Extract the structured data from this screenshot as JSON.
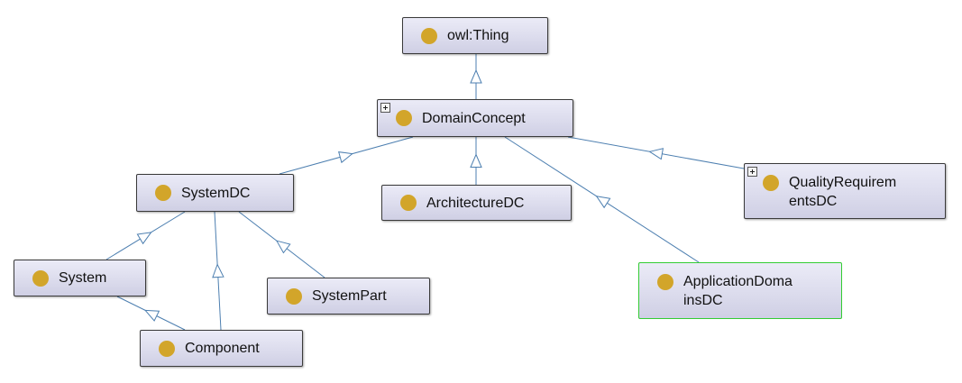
{
  "diagram": {
    "nodes": {
      "owl_thing": {
        "label": "owl:Thing"
      },
      "domain_concept": {
        "label": "DomainConcept",
        "expandable": true
      },
      "system_dc": {
        "label": "SystemDC"
      },
      "architecture_dc": {
        "label": "ArchitectureDC"
      },
      "quality_requirements_dc": {
        "label": "QualityRequirem\nentsDC",
        "expandable": true
      },
      "application_domains_dc": {
        "label": "ApplicationDoma\ninsDC",
        "selected": true
      },
      "system": {
        "label": "System"
      },
      "system_part": {
        "label": "SystemPart"
      },
      "component": {
        "label": "Component"
      }
    },
    "edges": [
      {
        "from": "domain_concept",
        "to": "owl_thing"
      },
      {
        "from": "system_dc",
        "to": "domain_concept"
      },
      {
        "from": "architecture_dc",
        "to": "domain_concept"
      },
      {
        "from": "quality_requirements_dc",
        "to": "domain_concept"
      },
      {
        "from": "application_domains_dc",
        "to": "domain_concept"
      },
      {
        "from": "system",
        "to": "system_dc"
      },
      {
        "from": "system_part",
        "to": "system_dc"
      },
      {
        "from": "component",
        "to": "system_dc"
      },
      {
        "from": "component",
        "to": "system"
      }
    ],
    "colors": {
      "edge": "#4d7fb0",
      "class_dot": "#d2a52a",
      "selected_border": "#33cc33"
    }
  }
}
